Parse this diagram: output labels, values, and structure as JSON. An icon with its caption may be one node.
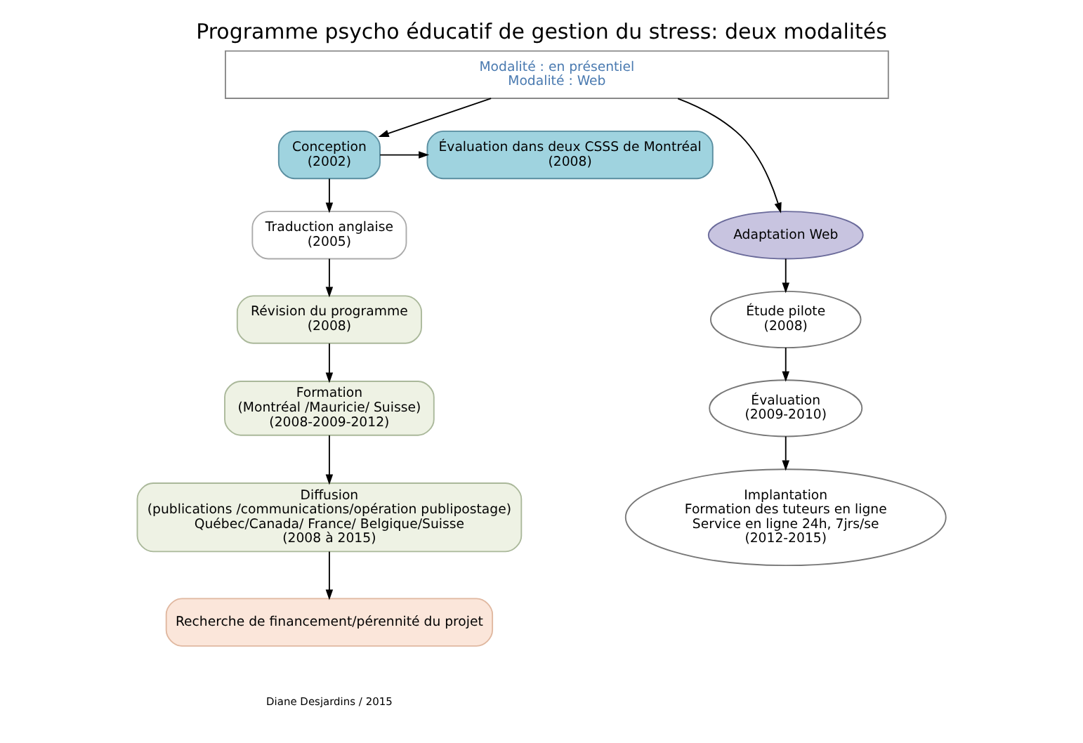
{
  "diagram": {
    "title": "Programme psycho éducatif de gestion du stress: deux modalités",
    "nodes": [
      {
        "text": [
          "Modalité : en présentiel",
          "Modalité : Web"
        ]
      },
      {
        "text": [
          "Conception",
          "(2002)"
        ]
      },
      {
        "text": [
          "Évaluation dans deux CSSS de Montréal",
          "(2008)"
        ]
      },
      {
        "text": [
          "Traduction anglaise",
          "(2005)"
        ]
      },
      {
        "text": [
          "Révision du programme",
          "(2008)"
        ]
      },
      {
        "text": [
          "Formation",
          "(Montréal /Mauricie/ Suisse)",
          "(2008-2009-2012)"
        ]
      },
      {
        "text": [
          "Diffusion",
          "(publications /communications/opération publipostage)",
          "Québec/Canada/ France/ Belgique/Suisse",
          "(2008 à 2015)"
        ]
      },
      {
        "text": [
          "Recherche de financement/pérennité du projet"
        ]
      },
      {
        "text": [
          "Adaptation Web"
        ]
      },
      {
        "text": [
          "Étude pilote",
          "(2008)"
        ]
      },
      {
        "text": [
          "Évaluation",
          "(2009-2010)"
        ]
      },
      {
        "text": [
          "Implantation",
          "Formation des tuteurs en ligne",
          "Service en ligne 24h, 7jrs/se",
          "(2012-2015)"
        ]
      }
    ],
    "edges": [
      {
        "from": 0,
        "to": 1,
        "arrow": "to"
      },
      {
        "from": 1,
        "to": 2,
        "arrow": "to"
      },
      {
        "from": 1,
        "to": 3,
        "arrow": "to"
      },
      {
        "from": 3,
        "to": 4,
        "arrow": "to"
      },
      {
        "from": 4,
        "to": 5,
        "arrow": "to"
      },
      {
        "from": 5,
        "to": 6,
        "arrow": "to"
      },
      {
        "from": 6,
        "to": 7,
        "arrow": "to"
      },
      {
        "from": 0,
        "to": 8,
        "arrow": "to"
      },
      {
        "from": 8,
        "to": 9,
        "arrow": "to"
      },
      {
        "from": 9,
        "to": 10,
        "arrow": "to"
      },
      {
        "from": 10,
        "to": 11,
        "arrow": "to"
      }
    ],
    "labels": [
      "Diane Desjardins / 2015"
    ]
  }
}
